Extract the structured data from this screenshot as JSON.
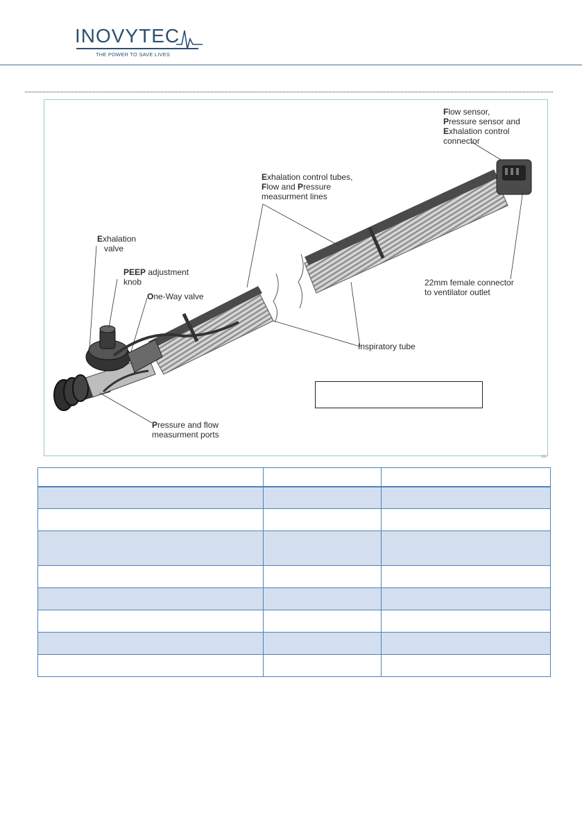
{
  "header": {
    "logo_name": "INOVYTEC",
    "logo_tagline": "THE POWER TO SAVE LIVES"
  },
  "figure": {
    "callouts": {
      "sensor_connector": {
        "l1_bold": "F",
        "l1": "low sensor,",
        "l2_bold": "P",
        "l2": "ressure sensor and",
        "l3_bold": "E",
        "l3": "xhalation control",
        "l4": "connector"
      },
      "control_tubes": {
        "l1_bold": "E",
        "l1": "xhalation control tubes,",
        "l2_bold": "F",
        "l2": "low and ",
        "l2b_bold": "P",
        "l2b": "ressure",
        "l3": "measurment lines"
      },
      "exhalation_valve": {
        "l1_bold": "E",
        "l1": "xhalation",
        "l2": "valve"
      },
      "peep_knob": {
        "l1_bold": "PEEP",
        "l1": " adjustment",
        "l2": "knob"
      },
      "one_way_valve": {
        "l1_bold": "O",
        "l1": "ne-Way valve"
      },
      "female_connector": {
        "l1": "22mm female connector",
        "l2": "to ventilator outlet"
      },
      "inspiratory_tube": {
        "l1": "Inspiratory tube"
      },
      "measurement_ports": {
        "l1_bold": "P",
        "l1": "ressure and flow",
        "l2": "measurment ports"
      }
    }
  },
  "table": {
    "rows": [
      {
        "shade": false,
        "height": 27
      },
      {
        "shade": true,
        "height": 32
      },
      {
        "shade": false,
        "height": 32
      },
      {
        "shade": true,
        "height": 50
      },
      {
        "shade": false,
        "height": 32
      },
      {
        "shade": true,
        "height": 32
      },
      {
        "shade": false,
        "height": 32
      },
      {
        "shade": true,
        "height": 32
      },
      {
        "shade": false,
        "height": 32
      }
    ]
  },
  "colors": {
    "brand": "#2d4f73",
    "table_border": "#4f81bd",
    "table_shade": "#d3dfee",
    "tube_dark": "#4a4a4a",
    "tube_light": "#c8c8c8"
  }
}
